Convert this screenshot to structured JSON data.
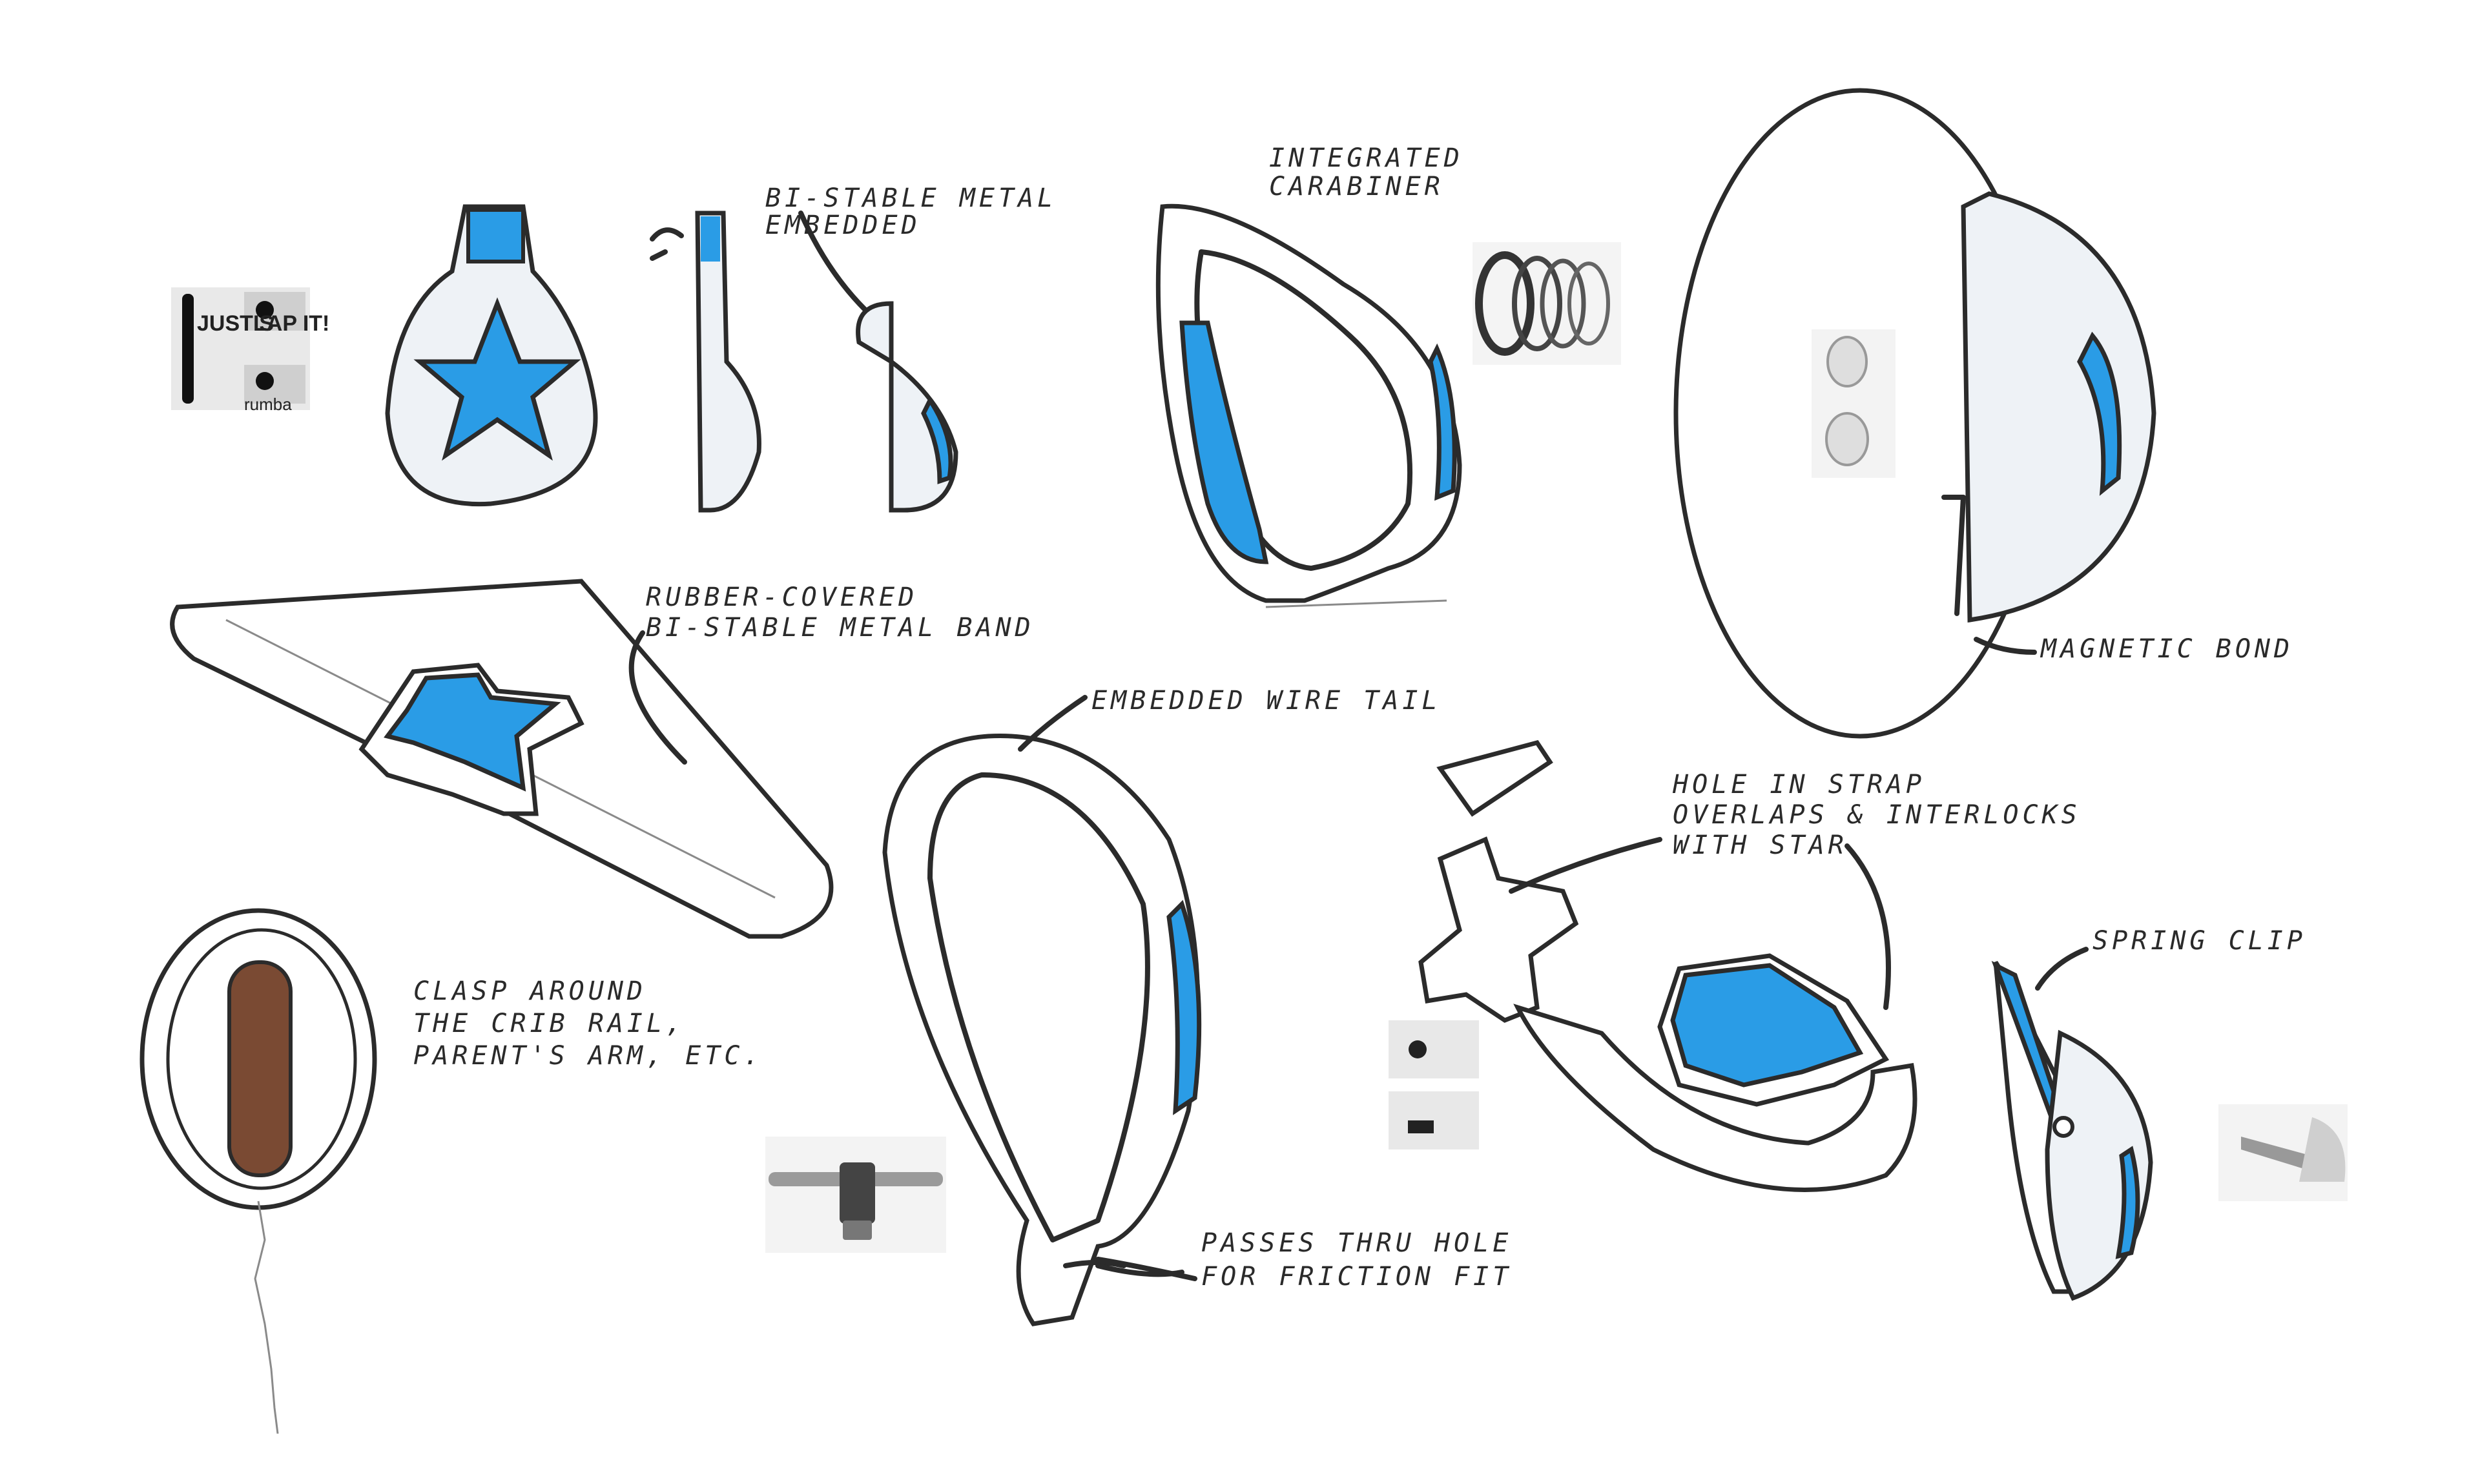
{
  "annotations": {
    "bistable": [
      "BI-STABLE METAL",
      "EMBEDDED"
    ],
    "carabiner": [
      "INTEGRATED",
      "CARABINER"
    ],
    "rubber": [
      "RUBBER-COVERED",
      "BI-STABLE METAL BAND"
    ],
    "magnetic": "MAGNETIC BOND",
    "wire_tail": "EMBEDDED WIRE TAIL",
    "hole": [
      "HOLE IN STRAP",
      "OVERLAPS & INTERLOCKS",
      "WITH STAR"
    ],
    "spring": "SPRING CLIP",
    "clasp": [
      "CLASP AROUND",
      "THE CRIB RAIL,",
      "PARENT'S ARM, ETC."
    ],
    "passes": [
      "PASSES THRU HOLE",
      "FOR FRICTION FIT"
    ]
  },
  "reference_photo": {
    "slap_just": "JUST S",
    "slap_lap": "LAP IT!",
    "brand": "rumba"
  },
  "colors": {
    "accent_blue": "#2a9ce6",
    "ink": "#2b2b2b",
    "strap_brown": "#7a4a33",
    "background": "#ffffff"
  },
  "icons": {
    "star-icon": "star shaped blue silicone pod"
  }
}
